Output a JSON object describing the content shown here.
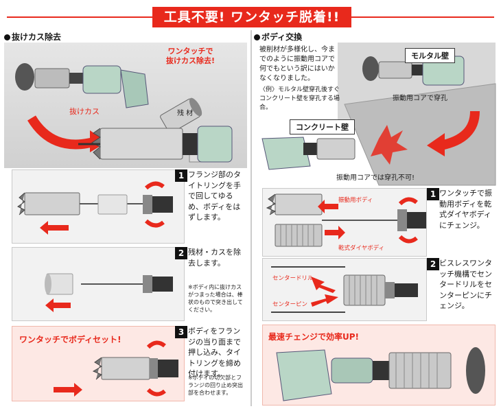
{
  "header": {
    "title": "工具不要! ワンタッチ脱着!!"
  },
  "left": {
    "title": "抜けカス除去",
    "hero": {
      "callout": "ワンタッチで\n抜けカス除去!",
      "waste_label": "抜けカス",
      "material_label": "残 材"
    },
    "steps": [
      {
        "num": "1",
        "text": "フランジ部のタイトリングを手で回してゆるめ、ボディをはずします。"
      },
      {
        "num": "2",
        "text": "残材・カスを除去します。",
        "note": "※ボディ内に抜けカスがつまった場合は、棒状のもので突き出してください。"
      },
      {
        "num": "3",
        "callout": "ワンタッチでボディセット!",
        "text": "ボディをフランジの当り面まで押し込み、タイトリングを締め付けます。",
        "note": "※ボディの切欠部とフランジの回り止め突出部を合わせます。"
      }
    ]
  },
  "right": {
    "title": "ボディ交換",
    "hero": {
      "intro": "被削材が多様化し、今までのように振動用コアで何でもという訳にはいかなくなりました。",
      "example": "〈例〉モルタル壁穿孔後すぐコンクリート壁を穿孔する場合。",
      "mortar_wall": "モルタル壁",
      "vibration_ok": "振動用コアで穿孔",
      "concrete_wall": "コンクリート壁",
      "vibration_ng": "振動用コアでは穿孔不可!"
    },
    "steps": [
      {
        "num": "1",
        "label_top": "振動用ボディ",
        "label_bottom": "乾式ダイヤボディ",
        "text": "ワンタッチで振動用ボディを乾式ダイヤボディにチェンジ。"
      },
      {
        "num": "2",
        "label_top": "センタードリル",
        "label_bottom": "センターピン",
        "text": "ビスレスワンタッチ機構でセンタードリルをセンターピンにチェンジ。"
      }
    ],
    "bottom_callout": "最速チェンジで効率UP!"
  }
}
